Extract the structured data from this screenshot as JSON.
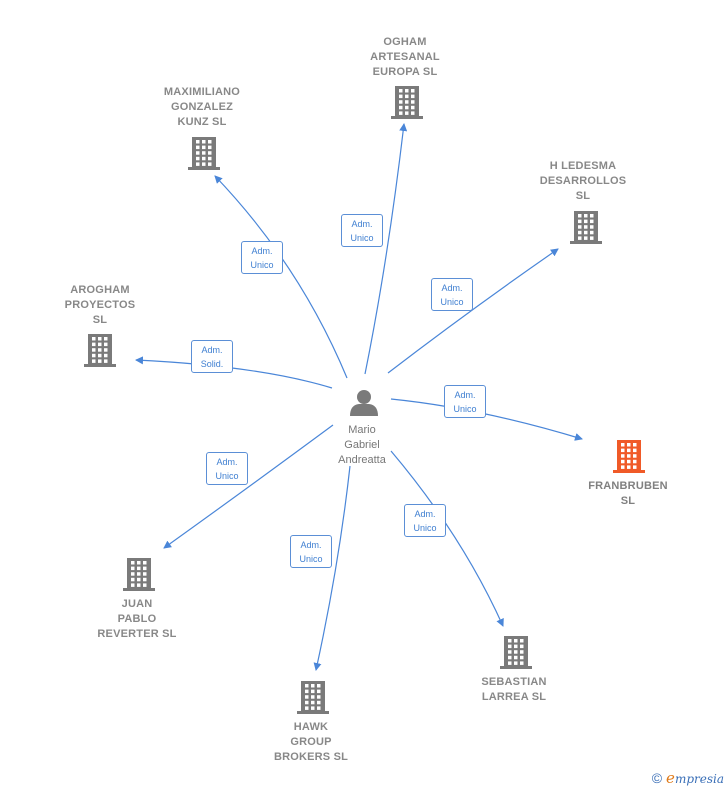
{
  "center": {
    "name": "Mario\nGabriel\nAndreatta"
  },
  "companies": [
    {
      "id": "ogham",
      "name": "OGHAM\nARTESANAL\nEUROPA  SL",
      "highlight": false
    },
    {
      "id": "maximiliano",
      "name": "MAXIMILIANO\nGONZALEZ\nKUNZ  SL",
      "highlight": false
    },
    {
      "id": "ledesma",
      "name": "H LEDESMA\nDESARROLLOS\nSL",
      "highlight": false
    },
    {
      "id": "arogham",
      "name": "AROGHAM\nPROYECTOS\nSL",
      "highlight": false
    },
    {
      "id": "franbruben",
      "name": "FRANBRUBEN\nSL",
      "highlight": true
    },
    {
      "id": "juan",
      "name": "JUAN\nPABLO\nREVERTER  SL",
      "highlight": false
    },
    {
      "id": "sebastian",
      "name": "SEBASTIAN\nLARREA  SL",
      "highlight": false
    },
    {
      "id": "hawk",
      "name": "HAWK\nGROUP\nBROKERS  SL",
      "highlight": false
    }
  ],
  "roles": {
    "ogham": "Adm.\nUnico",
    "maximiliano": "Adm.\nUnico",
    "ledesma": "Adm.\nUnico",
    "arogham": "Adm.\nSolid.",
    "franbruben": "Adm.\nUnico",
    "juan": "Adm.\nUnico",
    "sebastian": "Adm.\nUnico",
    "hawk": "Adm.\nUnico"
  },
  "colors": {
    "edge": "#4a86d8",
    "building": "#7a7a7a",
    "building_highlight": "#f05a28",
    "person": "#7a7a7a"
  },
  "icons": {
    "company": "building-icon",
    "center": "person-icon",
    "copyright": "©"
  },
  "footer": {
    "copyright": "©",
    "brand_initial": "e",
    "brand_rest": "mpresia"
  }
}
